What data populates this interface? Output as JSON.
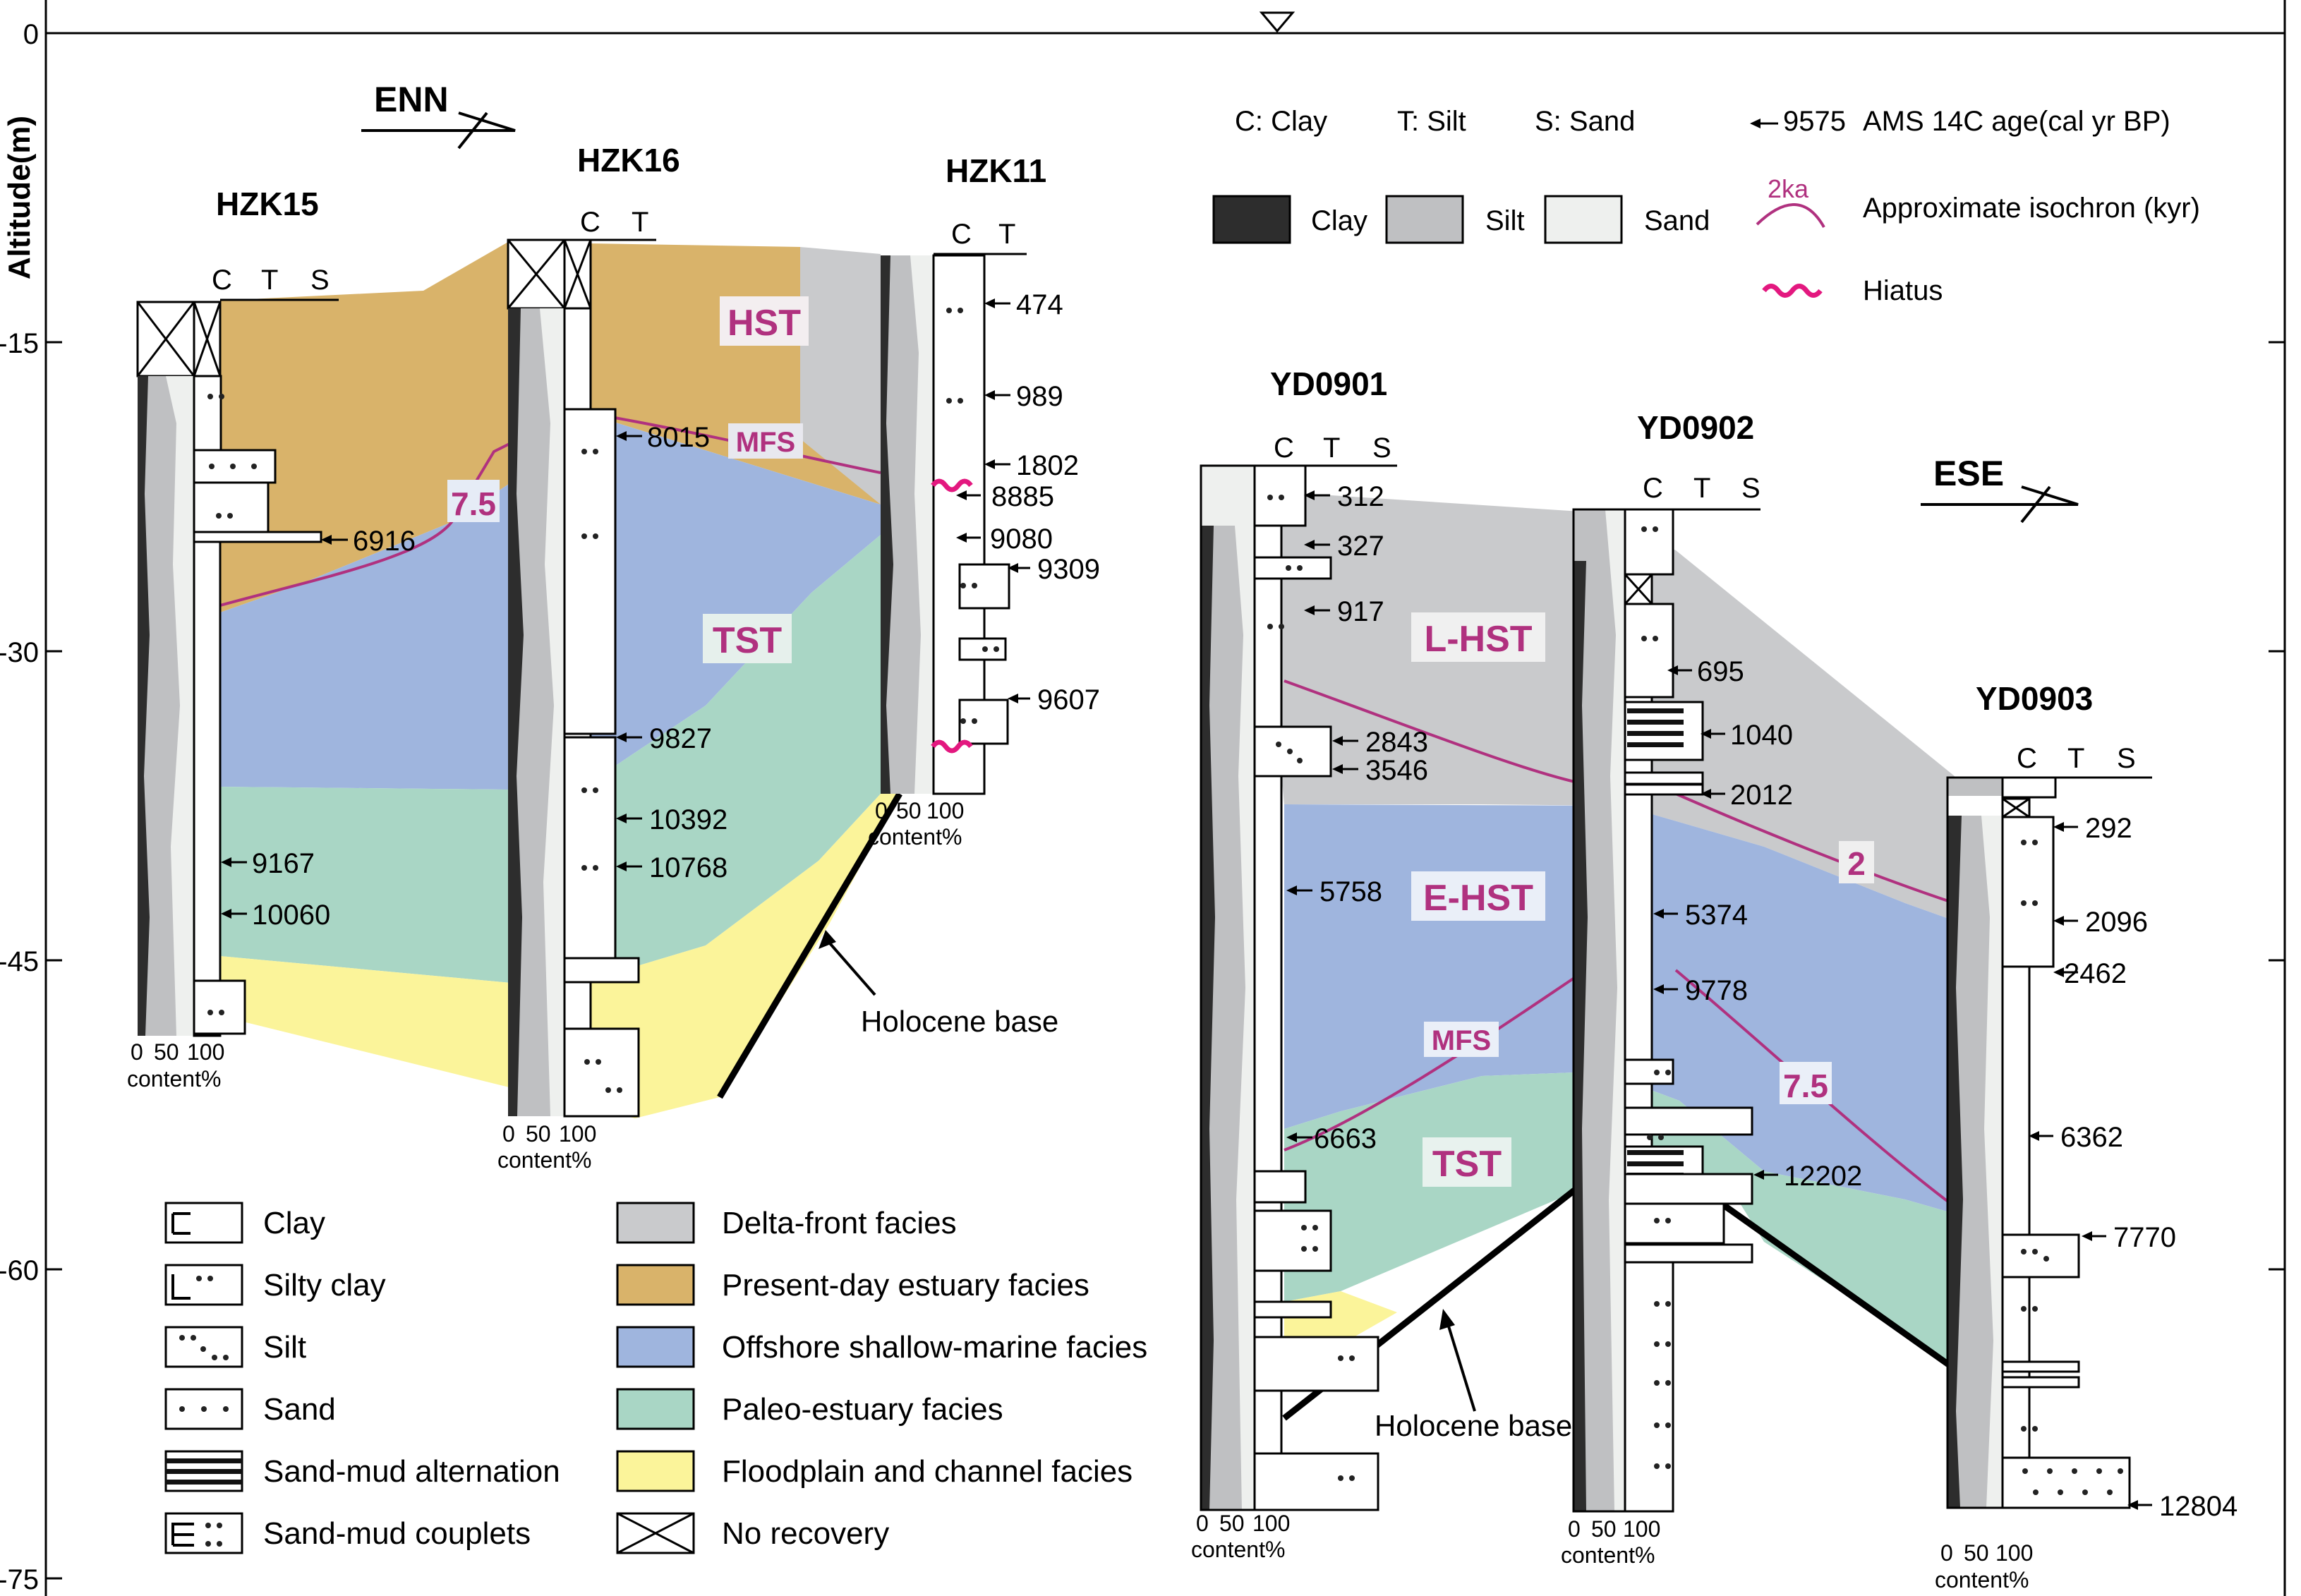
{
  "axis": {
    "label": "Altitude(m)",
    "ticks": [
      "0",
      "-15",
      "-30",
      "-45",
      "-60",
      "-75"
    ]
  },
  "directions": {
    "left": "ENN",
    "right": "ESE"
  },
  "boreholes": {
    "hzk15": {
      "name": "HZK15",
      "lith_labels": [
        "C",
        "T",
        "S"
      ],
      "scale": [
        "0",
        "50",
        "100"
      ],
      "scale_unit": "content%"
    },
    "hzk16": {
      "name": "HZK16",
      "lith_labels": [
        "C",
        "T"
      ],
      "scale": [
        "0",
        "50",
        "100"
      ],
      "scale_unit": "content%"
    },
    "hzk11": {
      "name": "HZK11",
      "lith_labels": [
        "C",
        "T"
      ],
      "scale": [
        "0",
        "50",
        "100"
      ],
      "scale_unit": "content%"
    },
    "yd0901": {
      "name": "YD0901",
      "lith_labels": [
        "C",
        "T",
        "S"
      ],
      "scale": [
        "0",
        "50",
        "100"
      ],
      "scale_unit": "content%"
    },
    "yd0902": {
      "name": "YD0902",
      "lith_labels": [
        "C",
        "T",
        "S"
      ],
      "scale": [
        "0",
        "50",
        "100"
      ],
      "scale_unit": "content%"
    },
    "yd0903": {
      "name": "YD0903",
      "lith_labels": [
        "C",
        "T",
        "S"
      ],
      "scale": [
        "0",
        "50",
        "100"
      ],
      "scale_unit": "content%"
    }
  },
  "ages": {
    "hzk15": [
      "6916",
      "9167",
      "10060"
    ],
    "hzk16": [
      "8015",
      "9827",
      "10392",
      "10768"
    ],
    "hzk11": [
      "474",
      "989",
      "1802",
      "8885",
      "9080",
      "9309",
      "9607"
    ],
    "yd0901": [
      "312",
      "327",
      "917",
      "2843",
      "3546",
      "5758",
      "6663"
    ],
    "yd0902": [
      "695",
      "1040",
      "2012",
      "5374",
      "9778",
      "12202"
    ],
    "yd0903": [
      "292",
      "2096",
      "2462",
      "6362",
      "7770",
      "12804"
    ]
  },
  "units": {
    "hst": "HST",
    "mfs": "MFS",
    "tst": "TST",
    "lhst": "L-HST",
    "ehst": "E-HST",
    "mfs2": "MFS",
    "tst2": "TST"
  },
  "isochrons": {
    "left": "7.5",
    "right_upper": "2",
    "right_lower": "7.5"
  },
  "holocene_base": "Holocene base",
  "legend_top": {
    "clay_abbr": "C: Clay",
    "silt_abbr": "T: Silt",
    "sand_abbr": "S: Sand",
    "age_value": "9575",
    "age_label": "AMS 14C age(cal yr BP)",
    "clay": "Clay",
    "silt": "Silt",
    "sand": "Sand",
    "isochron_tag": "2ka",
    "isochron_label": "Approximate isochron (kyr)",
    "hiatus_label": "Hiatus"
  },
  "legend_bottom": {
    "litho": [
      "Clay",
      "Silty clay",
      "Silt",
      "Sand",
      "Sand-mud alternation",
      "Sand-mud couplets"
    ],
    "facies": [
      "Delta-front  facies",
      "Present-day estuary  facies",
      "Offshore shallow-marine facies",
      "Paleo-estuary facies",
      "Floodplain and channel facies",
      "No recovery"
    ]
  },
  "colors": {
    "delta_front": "#c9cacc",
    "present_estuary": "#d9b36a",
    "offshore_marine": "#9fb5de",
    "paleo_estuary": "#a9d6c5",
    "floodplain": "#fbf49a",
    "unit_label": "#b0317f",
    "hiatus": "#e3187f",
    "clay": "#2d2d2d",
    "silt": "#bfc0c2",
    "sand": "#eef0ee"
  }
}
